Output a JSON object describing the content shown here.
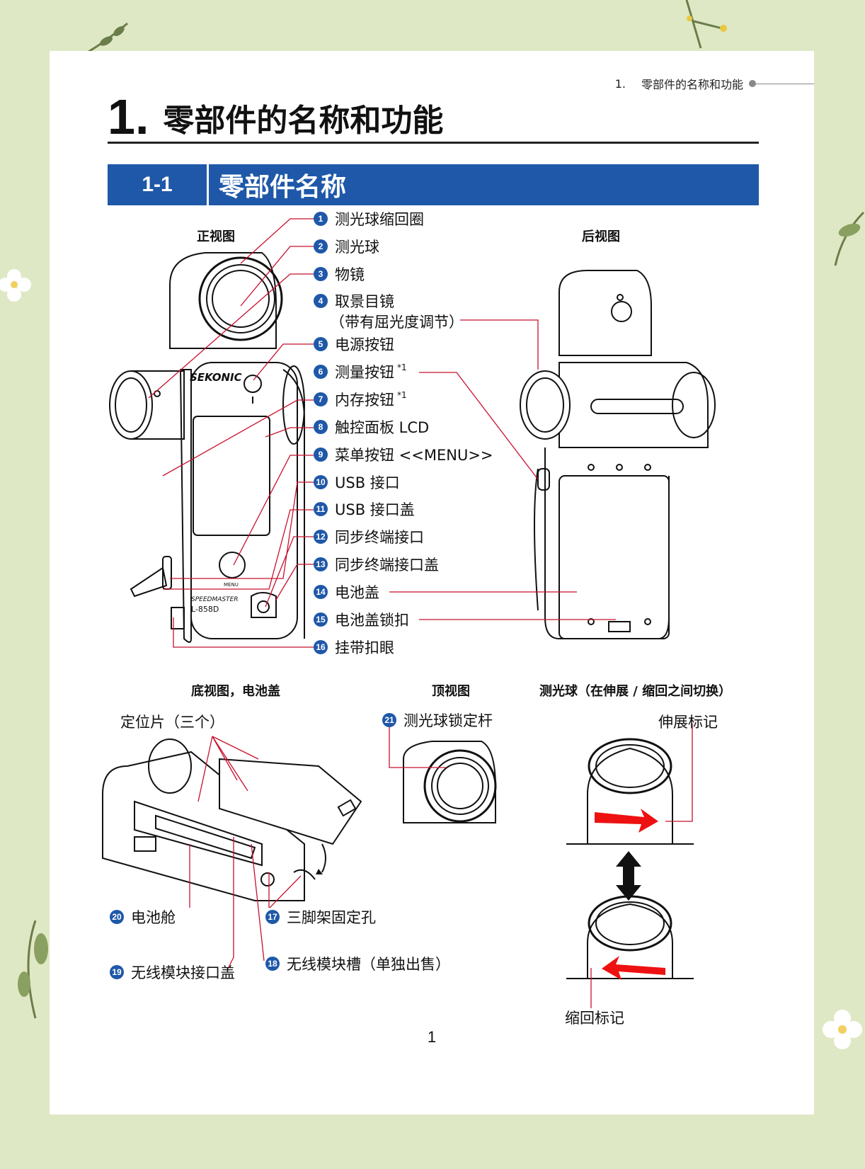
{
  "header": {
    "running_num": "1.",
    "running_title": "零部件的名称和功能"
  },
  "chapter": {
    "num": "1",
    "title": "零部件的名称和功能"
  },
  "section": {
    "num": "1-1",
    "title": "零部件名称"
  },
  "views": {
    "front": "正视图",
    "back": "后视图",
    "bottom": "底视图，电池盖",
    "top": "顶视图",
    "sphere": "测光球（在伸展 / 缩回之间切换）"
  },
  "device": {
    "brand": "SEKONIC",
    "model_line1": "SPEEDMASTER",
    "model_line2": "L-858D",
    "menu": "MENU"
  },
  "parts": [
    {
      "n": "1",
      "label": "测光球缩回圈"
    },
    {
      "n": "2",
      "label": "测光球"
    },
    {
      "n": "3",
      "label": "物镜"
    },
    {
      "n": "4",
      "label": "取景目镜",
      "sub": "（带有屈光度调节）"
    },
    {
      "n": "5",
      "label": "电源按钮"
    },
    {
      "n": "6",
      "label": "测量按钮",
      "note": "*1"
    },
    {
      "n": "7",
      "label": "内存按钮",
      "note": "*1"
    },
    {
      "n": "8",
      "label": "触控面板 LCD"
    },
    {
      "n": "9",
      "label": "菜单按钮 <<MENU>>"
    },
    {
      "n": "10",
      "label": "USB 接口"
    },
    {
      "n": "11",
      "label": "USB 接口盖"
    },
    {
      "n": "12",
      "label": "同步终端接口"
    },
    {
      "n": "13",
      "label": "同步终端接口盖"
    },
    {
      "n": "14",
      "label": "电池盖"
    },
    {
      "n": "15",
      "label": "电池盖锁扣"
    },
    {
      "n": "16",
      "label": "挂带扣眼"
    }
  ],
  "bottom_parts": {
    "positioning": "定位片（三个）",
    "p17": {
      "n": "17",
      "label": "三脚架固定孔"
    },
    "p18": {
      "n": "18",
      "label": "无线模块槽（单独出售）"
    },
    "p19": {
      "n": "19",
      "label": "无线模块接口盖"
    },
    "p20": {
      "n": "20",
      "label": "电池舱"
    },
    "p21": {
      "n": "21",
      "label": "测光球锁定杆"
    }
  },
  "sphere_marks": {
    "extend": "伸展标记",
    "retract": "缩回标记"
  },
  "page_number": "1"
}
